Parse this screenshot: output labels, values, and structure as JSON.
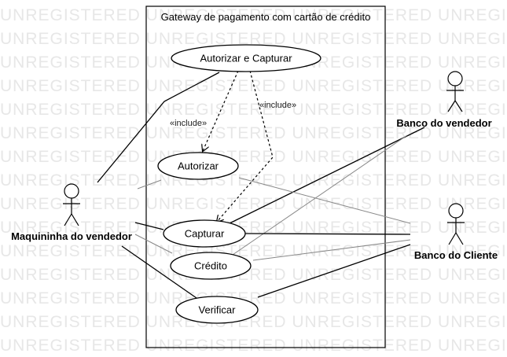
{
  "watermark": {
    "text": "UNREGISTERED UNREGISTERED UNREGISTERED UNREGISTERED UNREGISTERED"
  },
  "system": {
    "title": "Gateway de pagamento com cartão de crédito"
  },
  "use_cases": {
    "autorizar_capturar": "Autorizar e Capturar",
    "autorizar": "Autorizar",
    "capturar": "Capturar",
    "credito": "Crédito",
    "verificar": "Verificar"
  },
  "actors": {
    "maquininha": "Maquininha do vendedor",
    "banco_vendedor": "Banco do vendedor",
    "banco_cliente": "Banco do Cliente"
  },
  "relations": {
    "include_1": "«include»",
    "include_2": "«include»"
  }
}
